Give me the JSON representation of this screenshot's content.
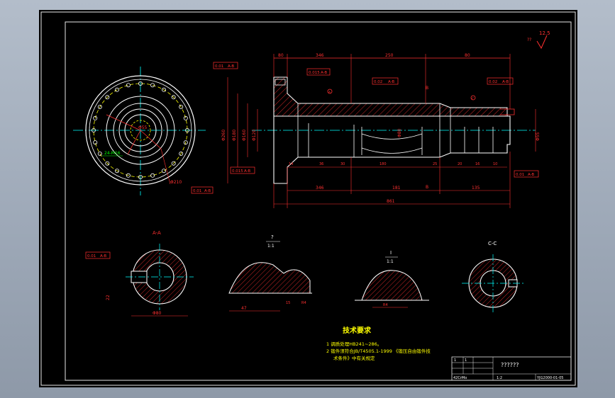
{
  "roughness": {
    "value": "12.5",
    "note": "??"
  },
  "views": {
    "section_a": "A-A",
    "section_c": "C-C",
    "detail_1": {
      "mark": "?",
      "scale": "1:1"
    },
    "detail_2": {
      "mark": "I",
      "scale": "1:1"
    }
  },
  "callouts": {
    "a": "A",
    "b": "B",
    "c": "C"
  },
  "tolerance_frames": {
    "t1": "0.01",
    "t2": "A-B",
    "t3": "0.015",
    "t4": "A-B",
    "t5": "0.02",
    "t6": "A-B",
    "t7": "0.02",
    "t8": "A-B",
    "t9": "0.01",
    "t10": "A-B",
    "t11": "0.015",
    "t12": "A-B"
  },
  "dimensions": {
    "top_1": "80",
    "top_2": "346",
    "top_3": "250",
    "top_4": "80",
    "mid_1": "14",
    "mid_2": "36",
    "mid_3": "30",
    "mid_4": "180",
    "mid_5": "25",
    "mid_6": "20",
    "mid_7": "16",
    "mid_8": "10",
    "bot_1": "346",
    "bot_2": "181",
    "bot_3": "135",
    "overall": "861",
    "dia_1": "Φ260",
    "dia_2": "Φ180",
    "dia_3": "Φ160",
    "dia_4": "Φ120",
    "dia_5": "Φ80",
    "dia_6": "Φ55",
    "bolt_holes": "24-M16",
    "pcd": "Φ210",
    "sec_a_dim": "Φ80",
    "sec_a_width": "22",
    "det_dim_1": "47",
    "det_dim_2": "15",
    "det_dim_3": "R4"
  },
  "notes": {
    "heading": "技术要求",
    "line1": "1  调质处理HB241~286。",
    "line2": "2  锻件须符合JB/T4505.1-1999 《锻压自由锻件技",
    "line3": "术条件》中有关规定"
  },
  "title_block": {
    "title": "??????",
    "material": "42CrMo",
    "drawing_no": "YJG2000-01-05",
    "scale": "1:2",
    "sheet": "1",
    "qty": "1"
  }
}
